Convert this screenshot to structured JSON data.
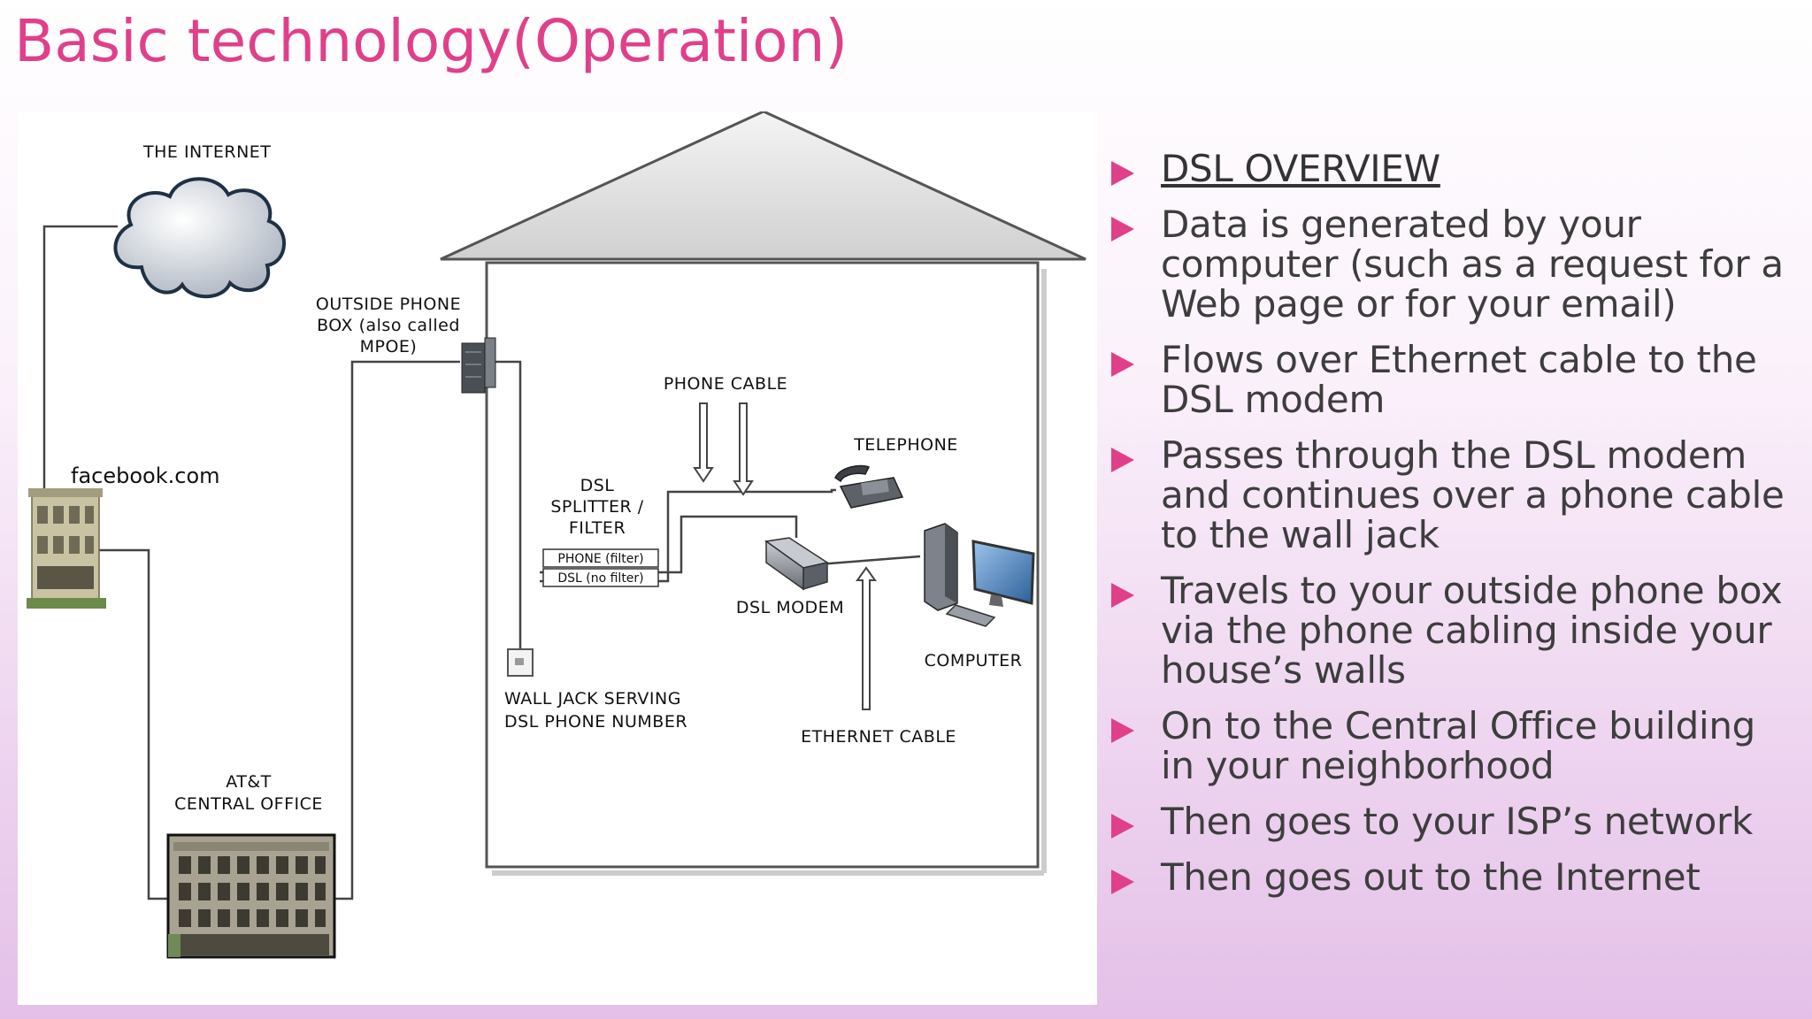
{
  "slide": {
    "title": "Basic technology(Operation)",
    "accent_color": "#e0408a"
  },
  "diagram": {
    "labels": {
      "internet": "THE INTERNET",
      "outside_box_1": "OUTSIDE PHONE",
      "outside_box_2": "BOX (also called",
      "outside_box_3": "MPOE)",
      "phone_cable": "PHONE CABLE",
      "telephone": "TELEPHONE",
      "facebook": "facebook.com",
      "splitter_1": "DSL",
      "splitter_2": "SPLITTER /",
      "splitter_3": "FILTER",
      "port_phone": "PHONE (filter)",
      "port_dsl": "DSL (no filter)",
      "dsl_modem": "DSL MODEM",
      "computer": "COMPUTER",
      "wall_jack_1": "WALL JACK SERVING",
      "wall_jack_2": "DSL PHONE NUMBER",
      "ethernet_cable": "ETHERNET CABLE",
      "central_office_1": "AT&T",
      "central_office_2": "CENTRAL OFFICE"
    }
  },
  "bullets": [
    {
      "text": "DSL OVERVIEW",
      "heading": true
    },
    {
      "text": "Data is generated by your computer (such as a request for a Web page or for your email)"
    },
    {
      "text": "Flows over Ethernet cable to the DSL modem"
    },
    {
      "text": "Passes through the DSL modem and continues over a phone cable to the wall jack"
    },
    {
      "text": "Travels to your outside phone box via the phone cabling inside your house’s walls"
    },
    {
      "text": "On to the Central Office building in your neighborhood"
    },
    {
      "text": "Then goes to your ISP’s network"
    },
    {
      "text": "Then goes out to the Internet"
    }
  ]
}
